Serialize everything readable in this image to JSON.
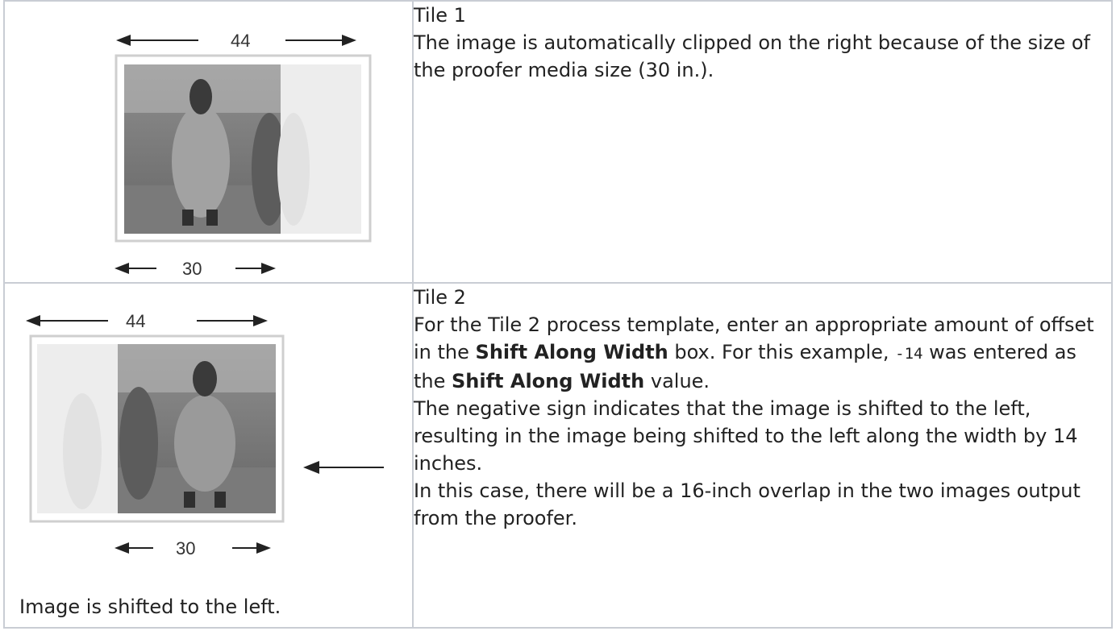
{
  "tile1": {
    "figure": {
      "total_width_label": "44",
      "media_width_label": "30"
    },
    "title": "Tile 1",
    "description": "The image is automatically clipped on the right because of the size of the proofer media size (30 in.)."
  },
  "tile2": {
    "figure": {
      "total_width_label": "44",
      "media_width_label": "30"
    },
    "caption": "Image is shifted to the left.",
    "title": "Tile 2",
    "p1_a": "For the Tile 2 process template, enter an appropriate amount of offset in the ",
    "p1_b": "Shift Along Width",
    "p1_c": " box. For this example, ",
    "p1_code": "-14",
    "p1_d": " was entered as the ",
    "p1_e": "Shift Along Width",
    "p1_f": " value.",
    "p2": "The negative sign indicates that the image is shifted to the left, resulting in the image being shifted to the left along the width by 14 inches.",
    "p3": "In this case, there will be a 16-inch overlap in the two images output from the proofer."
  }
}
